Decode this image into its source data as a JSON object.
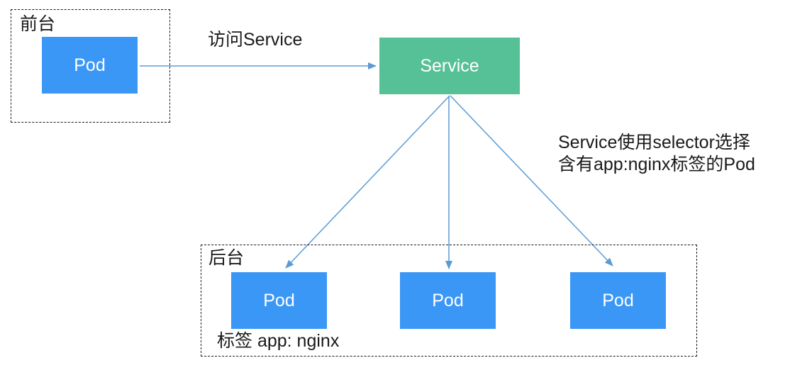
{
  "frontend": {
    "label": "前台",
    "pod_label": "Pod"
  },
  "labels": {
    "access_arrow": "访问Service"
  },
  "service": {
    "label": "Service"
  },
  "note": {
    "line1": "Service使用selector选择",
    "line2": "含有app:nginx标签的Pod"
  },
  "backend": {
    "label": "后台",
    "pods": [
      "Pod",
      "Pod",
      "Pod"
    ],
    "tag_label": "标签 app: nginx"
  },
  "colors": {
    "pod_fill": "#3B97F5",
    "service_fill": "#56C096",
    "arrow": "#5B9BD5",
    "text": "#1A1A1A",
    "border": "#1A1A1A"
  }
}
